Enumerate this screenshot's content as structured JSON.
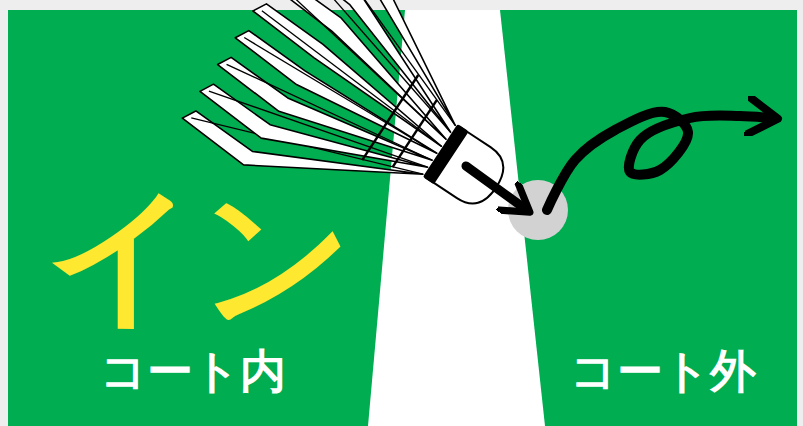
{
  "diagram": {
    "nodes": [
      {
        "text": [
          "イン",
          "コート内"
        ]
      },
      {
        "text": [
          "コート外"
        ]
      }
    ]
  }
}
